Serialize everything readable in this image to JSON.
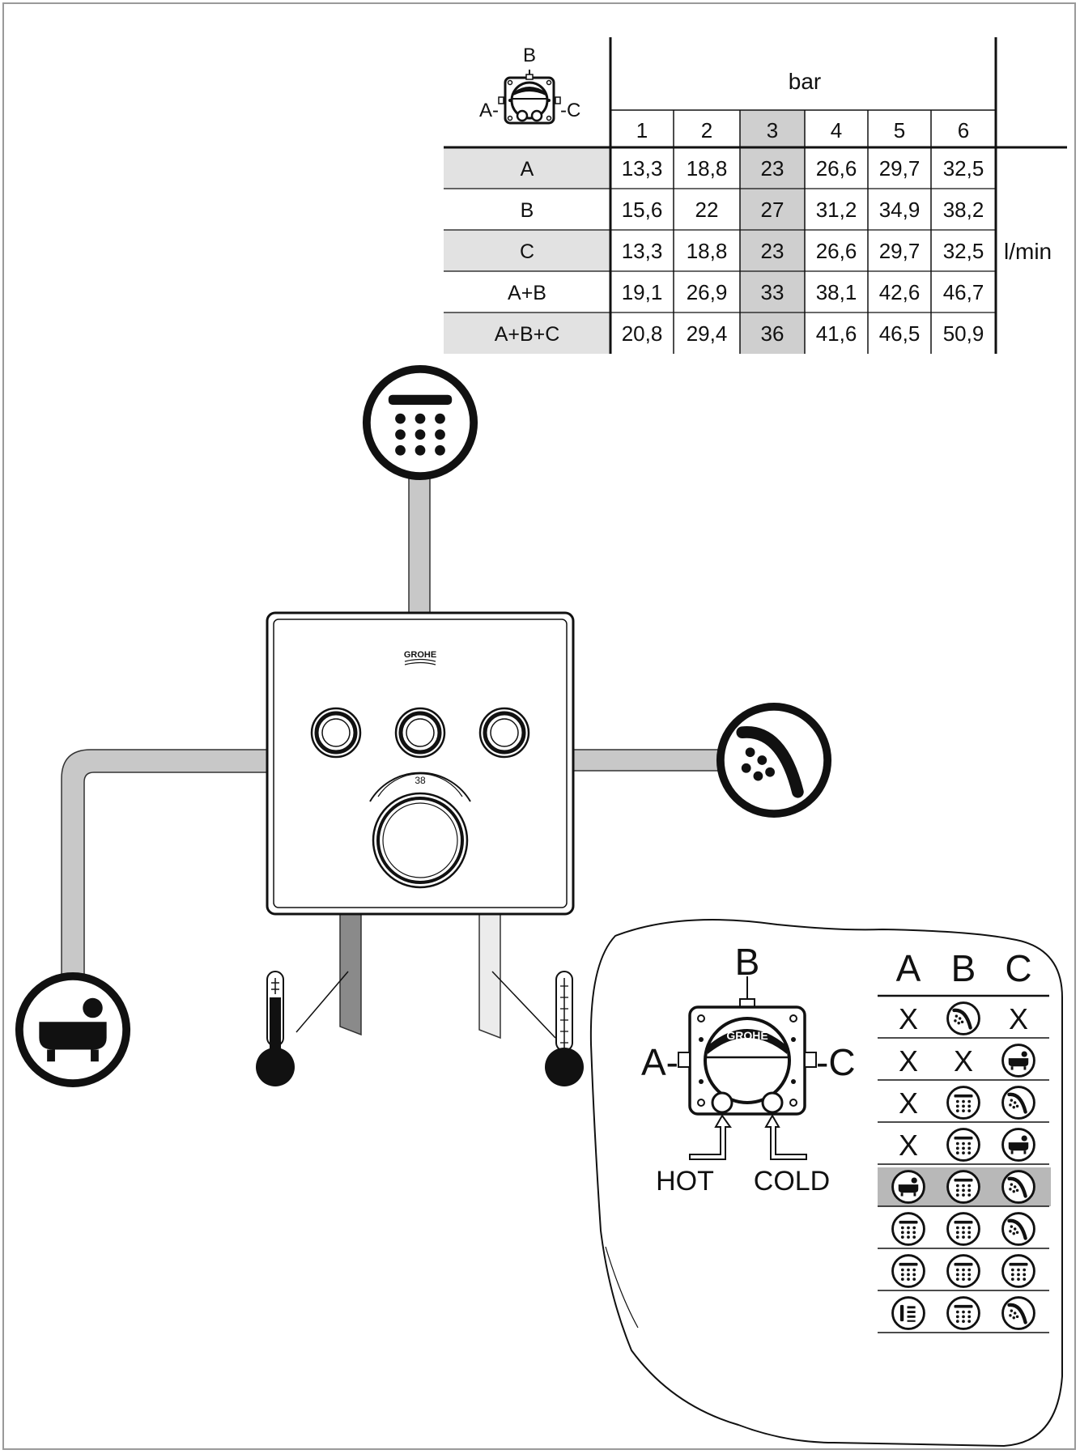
{
  "flow_table": {
    "ports": {
      "a": "A-",
      "b": "B",
      "c": "-C"
    },
    "header": "bar",
    "pressures": [
      "1",
      "2",
      "3",
      "4",
      "5",
      "6"
    ],
    "unit": "l/min",
    "rows": [
      {
        "outlet": "A",
        "values": [
          "13,3",
          "18,8",
          "23",
          "26,6",
          "29,7",
          "32,5"
        ]
      },
      {
        "outlet": "B",
        "values": [
          "15,6",
          "22",
          "27",
          "31,2",
          "34,9",
          "38,2"
        ]
      },
      {
        "outlet": "C",
        "values": [
          "13,3",
          "18,8",
          "23",
          "26,6",
          "29,7",
          "32,5"
        ]
      },
      {
        "outlet": "A+B",
        "values": [
          "19,1",
          "26,9",
          "33",
          "38,1",
          "42,6",
          "46,7"
        ]
      },
      {
        "outlet": "A+B+C",
        "values": [
          "20,8",
          "29,4",
          "36",
          "41,6",
          "46,5",
          "50,9"
        ]
      }
    ],
    "highlight_column": "3",
    "highlight_color": "#cfcfcf",
    "shaded_row_color": "#e2e2e2"
  },
  "panel": {
    "brand": "GROHE",
    "temperature": "38",
    "buttons": [
      "button-a",
      "button-b",
      "button-c"
    ]
  },
  "supply": {
    "hot_label": "HOT",
    "cold_label": "COLD"
  },
  "outlets": {
    "top": "overhead-shower-icon",
    "right": "hand-shower-icon",
    "left": "bathtub-icon"
  },
  "config": {
    "port_a": "A-",
    "port_b": "B",
    "port_c": "-C",
    "headers": [
      "A",
      "B",
      "C"
    ],
    "rows": [
      [
        "X",
        "hand-shower",
        "X"
      ],
      [
        "X",
        "X",
        "bathtub"
      ],
      [
        "X",
        "overhead-shower",
        "hand-shower"
      ],
      [
        "X",
        "overhead-shower",
        "bathtub"
      ],
      [
        "bathtub",
        "overhead-shower",
        "hand-shower"
      ],
      [
        "overhead-shower",
        "overhead-shower",
        "hand-shower"
      ],
      [
        "overhead-shower",
        "overhead-shower",
        "overhead-shower"
      ],
      [
        "body-jet",
        "overhead-shower",
        "hand-shower"
      ]
    ],
    "highlight_row": 4,
    "highlight_color": "#b8b8b8"
  }
}
